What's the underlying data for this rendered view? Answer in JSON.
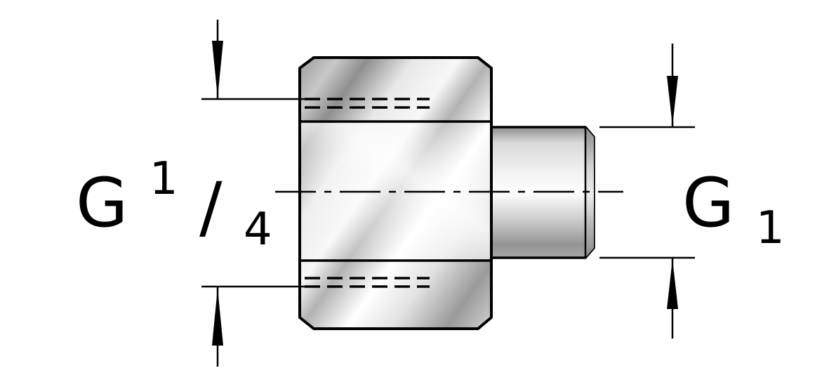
{
  "drawing": {
    "labels": {
      "left": {
        "base": "G",
        "sup": "1",
        "slash": "/",
        "sub": "4"
      },
      "right": {
        "base": "G",
        "sub": "1"
      }
    },
    "colors": {
      "line": "#000000",
      "background": "#ffffff",
      "metal_highlight": "#ffffff",
      "metal_mid": "#c6c6c6",
      "metal_shadow": "#8f8f8f"
    }
  }
}
